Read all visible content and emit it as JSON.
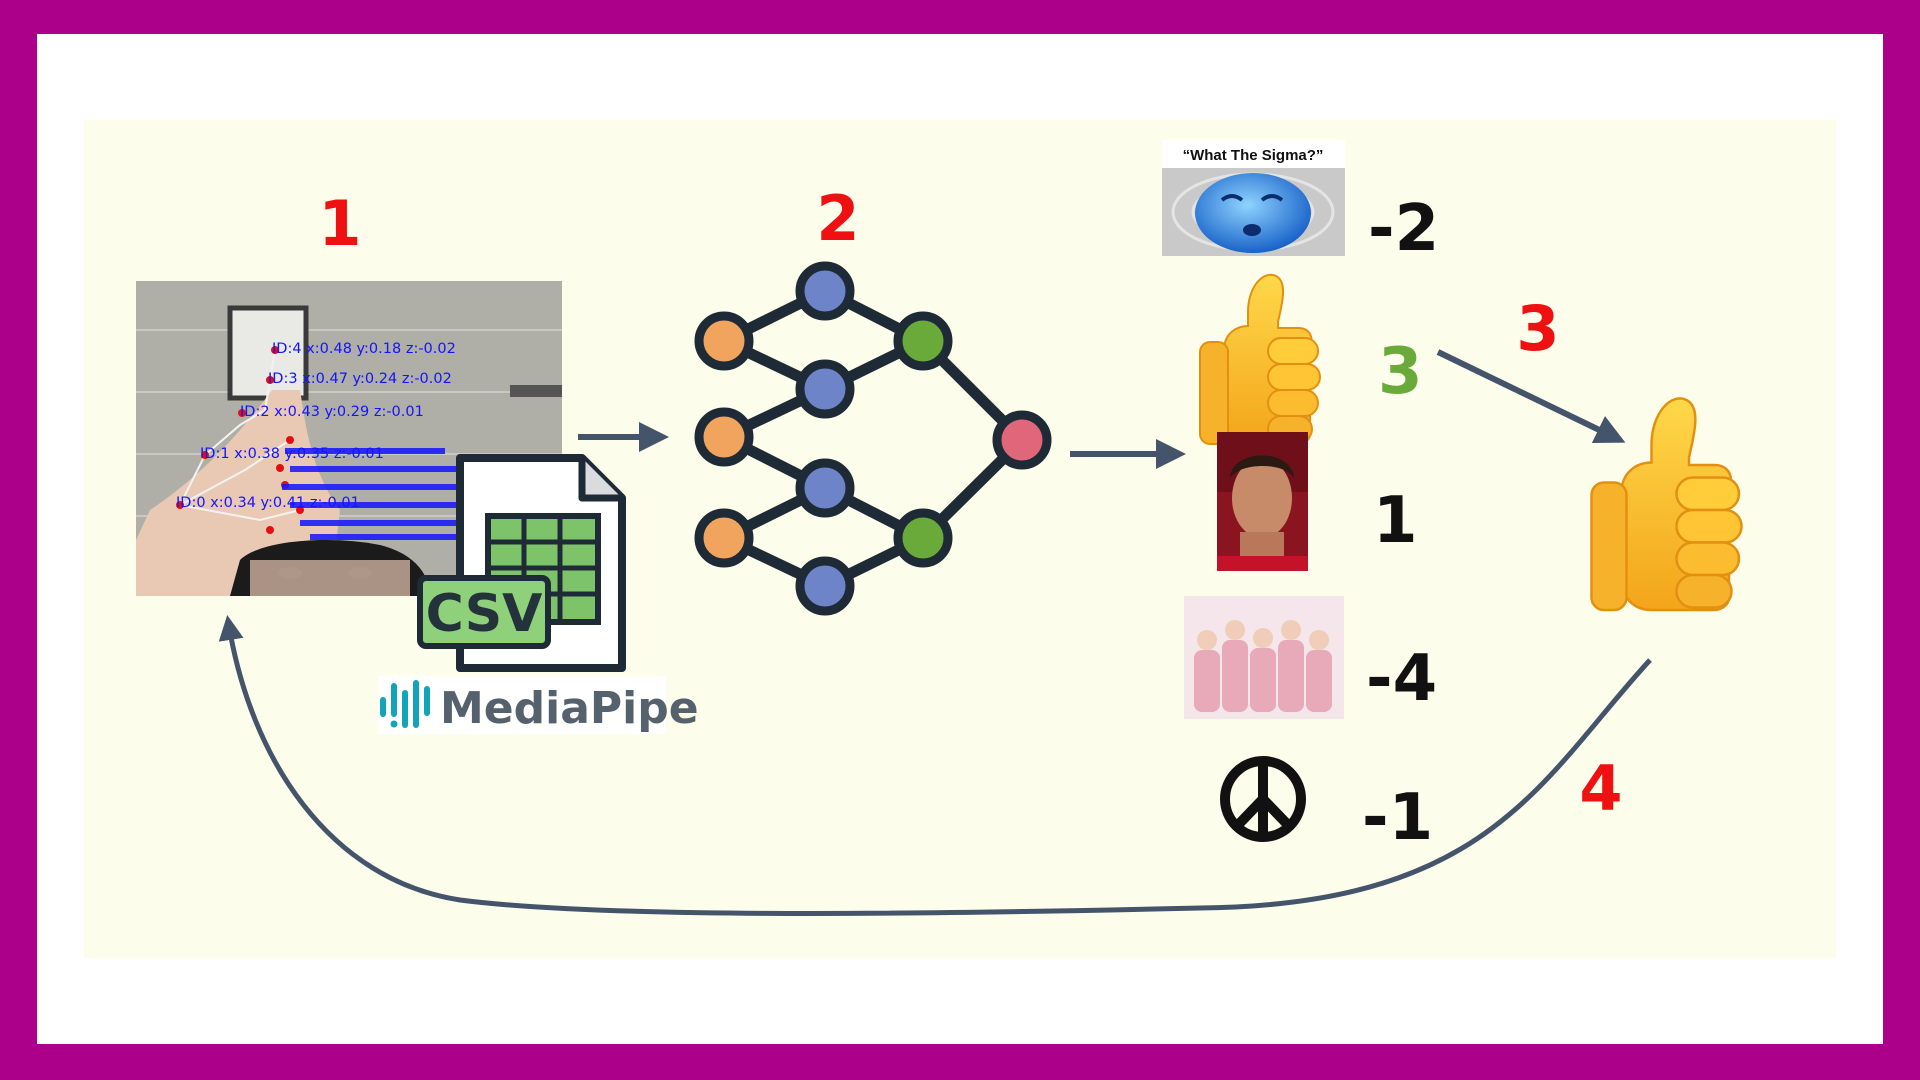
{
  "steps": [
    {
      "label": "1"
    },
    {
      "label": "2"
    },
    {
      "label": "3"
    },
    {
      "label": "4"
    }
  ],
  "landmarks": [
    "ID:4 x:0.48 y:0.18 z:-0.02",
    "ID:3 x:0.47 y:0.24 z:-0.02",
    "ID:2 x:0.43 y:0.29 z:-0.01",
    "ID:1 x:0.38 y:0.35 z:-0.01",
    "ID:0 x:0.34 y:0.41 z:-0.01"
  ],
  "csv": {
    "label": "CSV"
  },
  "mediapipe": {
    "label": "MediaPipe"
  },
  "classes": [
    {
      "icon": "meme-face-icon",
      "caption": "“What The Sigma?”",
      "score": "-2",
      "score_color": "#111111"
    },
    {
      "icon": "thumbs-up-icon",
      "score": "3",
      "score_color": "#6aaa3a"
    },
    {
      "icon": "portrait-icon",
      "score": "1",
      "score_color": "#111111"
    },
    {
      "icon": "group-photo-icon",
      "score": "-4",
      "score_color": "#111111"
    },
    {
      "icon": "peace-sign-icon",
      "score": "-1",
      "score_color": "#111111"
    }
  ],
  "result": {
    "icon": "thumbs-up-icon"
  },
  "colors": {
    "border": "#ad008a",
    "panel": "#fdfdeb",
    "step_number": "#ef1111",
    "arrow": "#44546a",
    "node_orange": "#f0a45d",
    "node_blue": "#6d84c9",
    "node_green": "#6aaa3a",
    "node_red": "#e0667a",
    "edge": "#1e2b36"
  }
}
